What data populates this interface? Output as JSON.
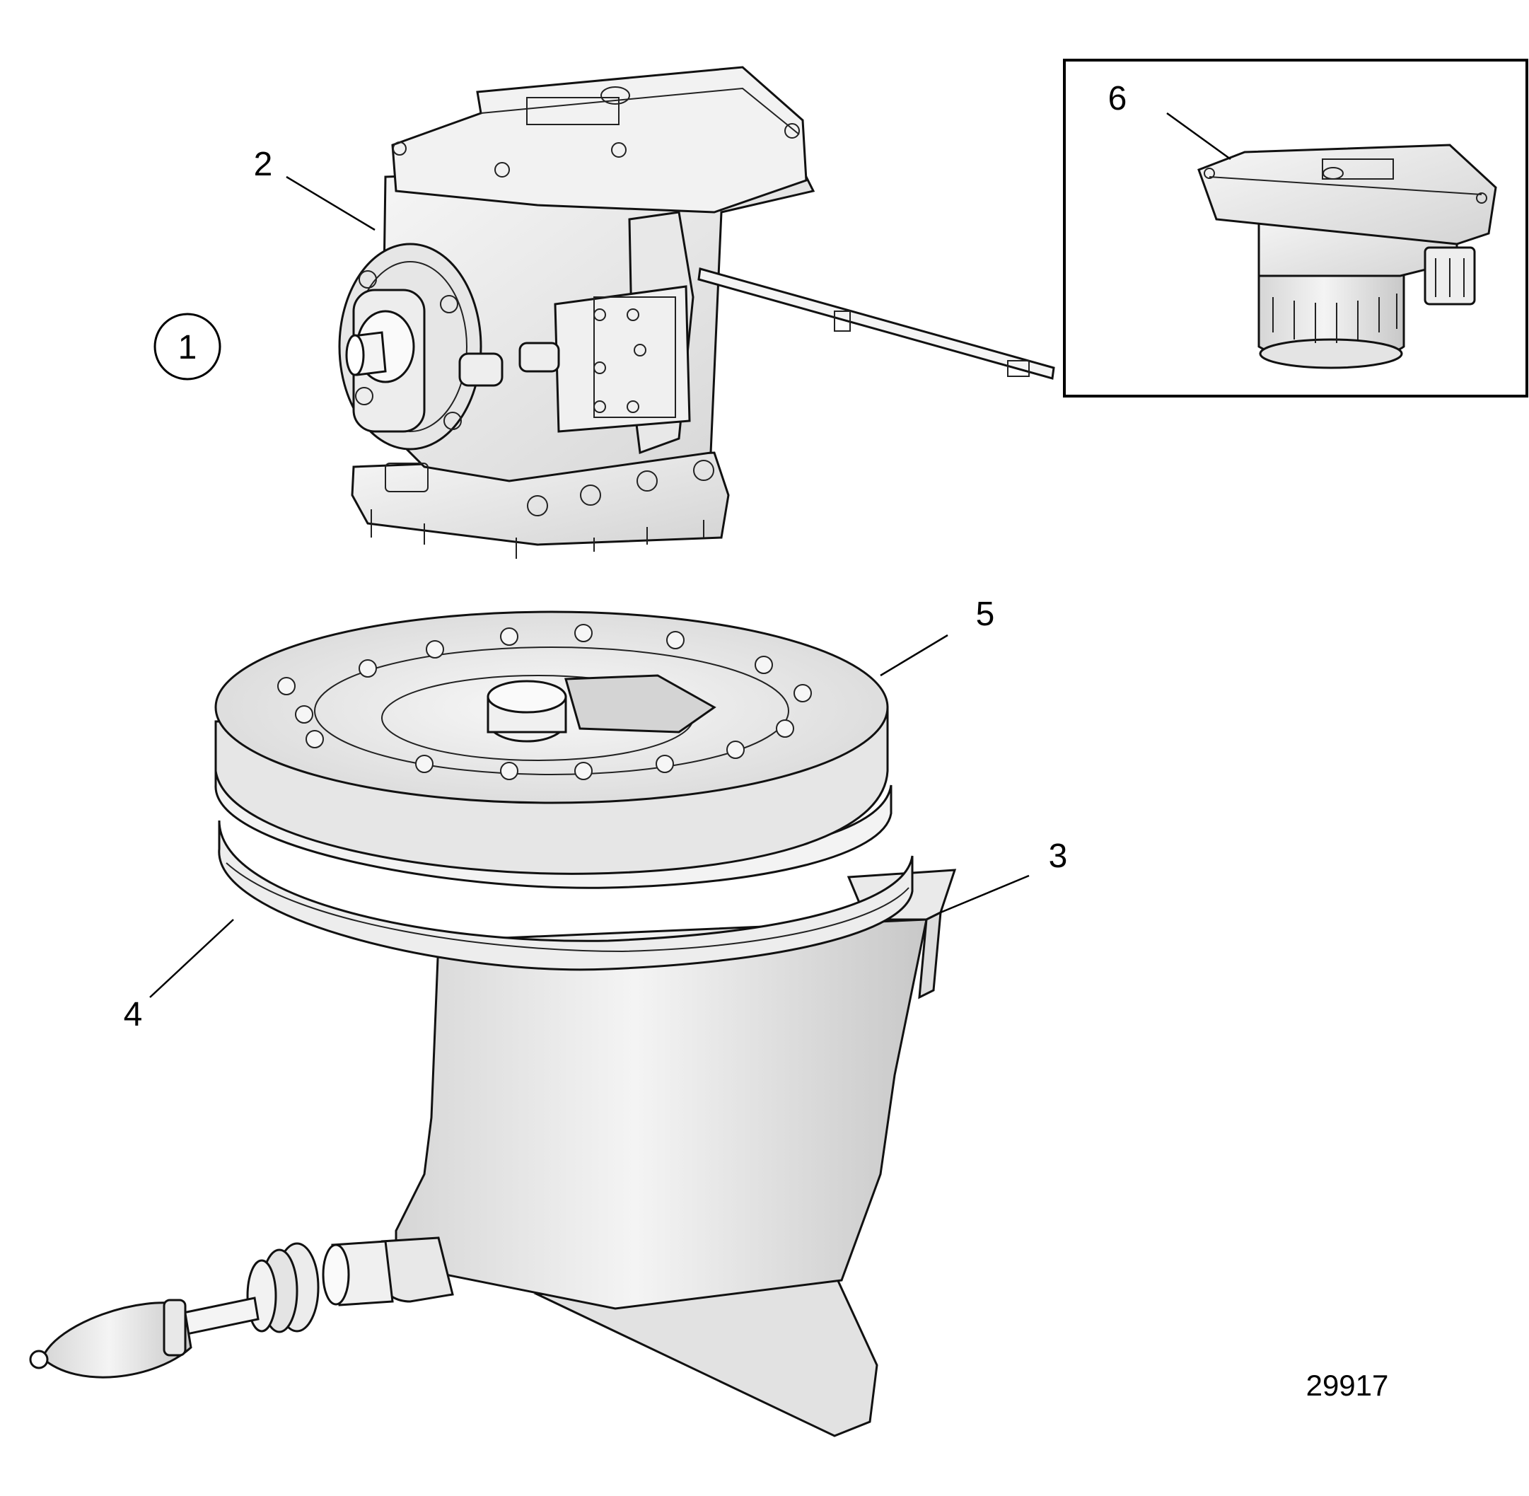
{
  "callouts": {
    "c1": "1",
    "c2": "2",
    "c3": "3",
    "c4": "4",
    "c5": "5",
    "c6": "6"
  },
  "figure_number": "29917",
  "colors": {
    "part_fill": "#ececec",
    "part_shade": "#d2d2d2",
    "outline": "#111111",
    "background": "#ffffff"
  }
}
